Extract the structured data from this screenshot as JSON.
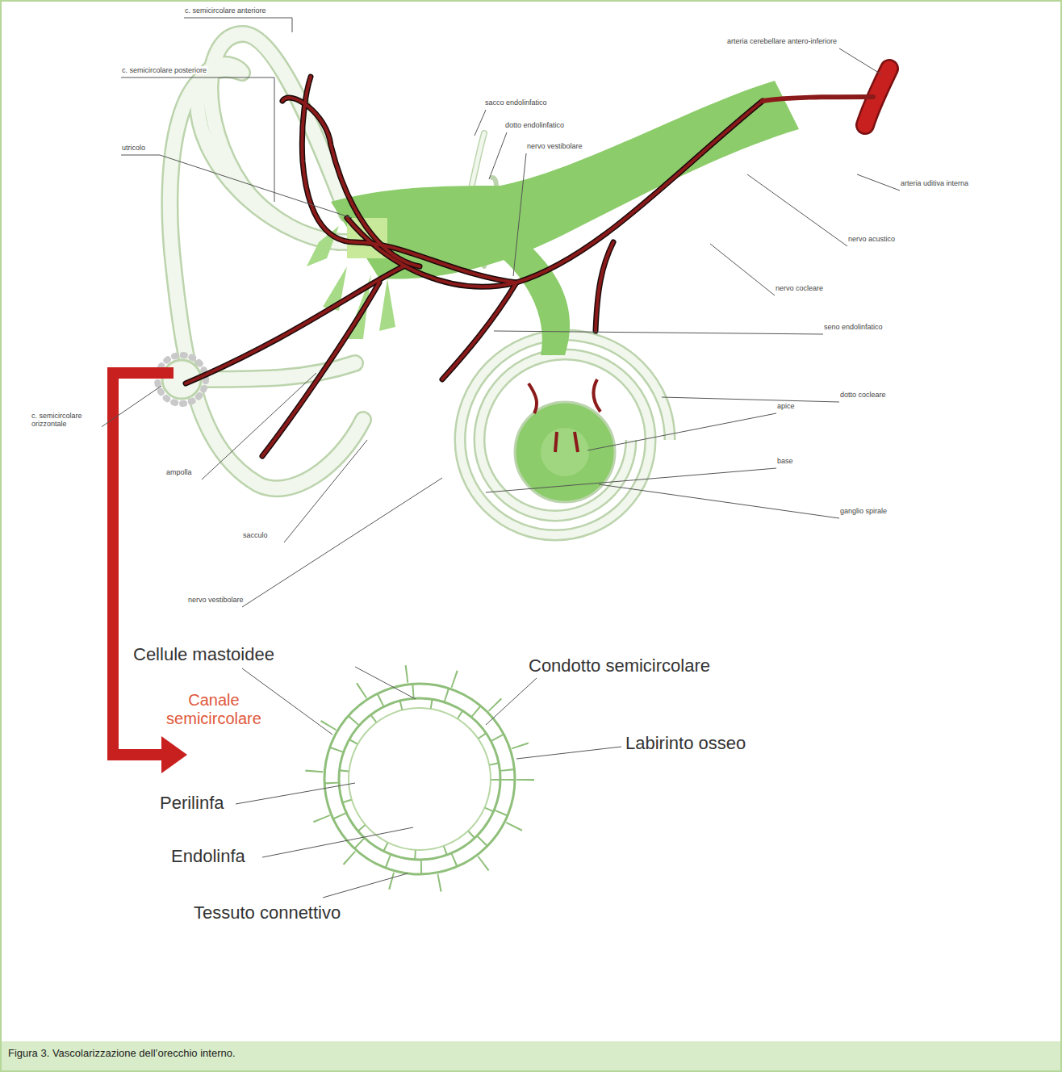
{
  "diagram": {
    "caption": "Figura 3. Vascolarizzazione dell’orecchio interno.",
    "labels": [
      "c. semicircolare anteriore",
      "c. semicircolare posteriore",
      "utricolo",
      "sacco endolinfatico",
      "dotto endolinfatico",
      "nervo vestibolare",
      "arteria cerebellare antero-inferiore",
      "arteria uditiva interna",
      "nervo acustico",
      "nervo cocleare",
      "seno endolinfatico",
      "c. semicircolare orizzontale",
      "ampolla",
      "sacculo",
      "dotto cocleare",
      "apice",
      "base",
      "ganglio spirale",
      "nervo vestibolare",
      "Cellule mastoidee",
      "Condotto semicircolare",
      "Canale semicircolare",
      "Perilinfa",
      "Labirinto osseo",
      "Endolinfa",
      "Tessuto connettivo"
    ]
  }
}
